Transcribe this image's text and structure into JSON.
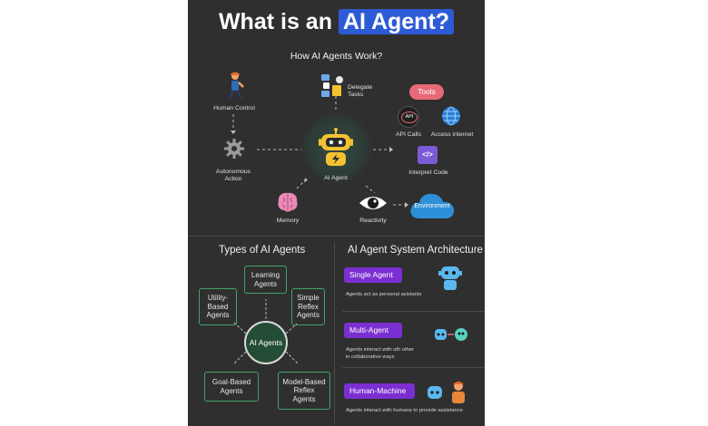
{
  "header": {
    "title_prefix": "What is an",
    "title_highlight": "AI Agent?",
    "subtitle": "How AI Agents Work?"
  },
  "how": {
    "human_control": "Human Control",
    "delegate_tasks": "Delegate\nTasks",
    "tools": "Tools",
    "api_badge": "API",
    "api_calls": "API Calls",
    "access_internet": "Access internet",
    "autonomous_action": "Autonomous\nAction",
    "ai_agent": "AI Agent",
    "interpret_code": "Interpret Code",
    "code_glyph": "</>",
    "memory": "Memory",
    "reactivity": "Reactivity",
    "environment": "Environment"
  },
  "types": {
    "title": "Types of AI Agents",
    "center": "AI Agents",
    "learning": "Learning\nAgents",
    "utility": "Utility-\nBased\nAgents",
    "simple_reflex": "Simple\nReflex\nAgents",
    "goal_based": "Goal-Based\nAgents",
    "model_based": "Model-Based\nReflex\nAgents"
  },
  "arch": {
    "title": "AI Agent System Architecture",
    "single_label": "Single Agent",
    "single_desc": "Agents act as personal asistants",
    "multi_label": "Multi-Agent",
    "multi_desc": "Agents interact with uth other\nin collaborative ways",
    "human_label": "Human-Machine",
    "human_desc": "Agents interact with humans to provide assistance"
  },
  "colors": {
    "background": "#2f2f2f",
    "highlight": "#2d5bd6",
    "tools": "#e86a78",
    "green": "#41a36a",
    "purple": "#7b2fd1",
    "robot": "#f2c230"
  }
}
